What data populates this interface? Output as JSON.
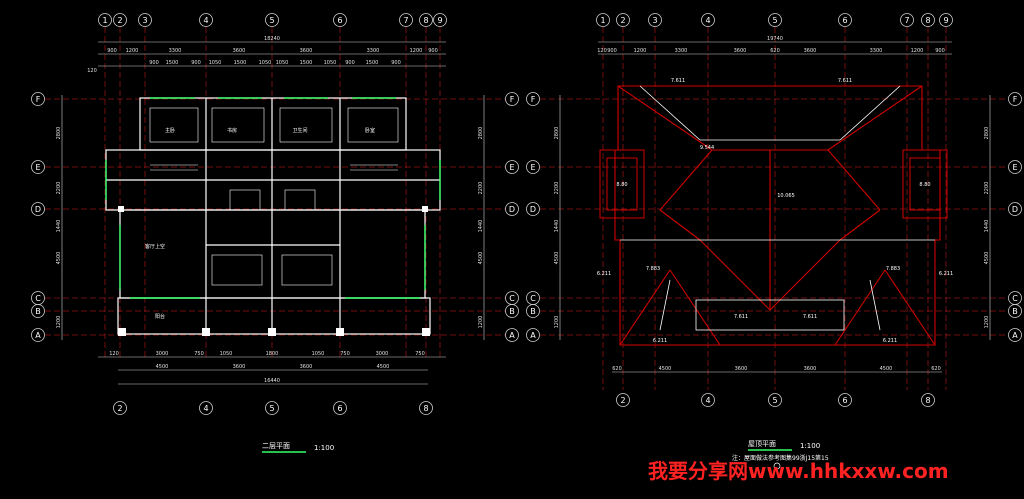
{
  "colors": {
    "background": "#000000",
    "wall": "#ffffff",
    "dimension": "#cfcfcf",
    "axis": "#e02020",
    "window": "#33ff66",
    "roof": "#d00000",
    "watermark": "#ff2222",
    "title_underline": "#33ff66"
  },
  "left_plan": {
    "top_axes": [
      "1",
      "2",
      "3",
      "4",
      "5",
      "6",
      "7",
      "8",
      "9"
    ],
    "bottom_axes": [
      "2",
      "4",
      "5",
      "6",
      "8"
    ],
    "side_axes": [
      "F",
      "E",
      "D",
      "C",
      "B",
      "A"
    ],
    "overall_top": "18240",
    "top_dims_row1": [
      "900",
      "1200",
      "3300",
      "3600",
      "3600",
      "3300",
      "1200",
      "900"
    ],
    "top_dims_row2": [
      "900",
      "1500",
      "900",
      "1050",
      "1500",
      "1050",
      "1050",
      "1500",
      "1050",
      "900",
      "1500",
      "900"
    ],
    "top_left_small": "120",
    "bottom_dims_row1": [
      "120",
      "3000",
      "750",
      "1050",
      "1800",
      "1050",
      "750",
      "3000",
      "750"
    ],
    "bottom_dims_row2": [
      "4500",
      "3600",
      "3600",
      "4500"
    ],
    "overall_bottom": "16440",
    "side_dims": [
      "2800",
      "2200",
      "1440",
      "4500",
      "1200"
    ],
    "room_labels": [
      "主卧",
      "书房",
      "卫生间",
      "卧室",
      "阳台",
      "客厅上空"
    ],
    "title": "二层平面",
    "scale": "1:100"
  },
  "right_plan": {
    "top_axes": [
      "1",
      "2",
      "3",
      "4",
      "5",
      "6",
      "7",
      "8",
      "9"
    ],
    "bottom_axes": [
      "2",
      "4",
      "5",
      "6",
      "8"
    ],
    "side_axes": [
      "F",
      "E",
      "D",
      "C",
      "B",
      "A"
    ],
    "overall_top": "19740",
    "top_dims": [
      "120",
      "900",
      "1200",
      "3300",
      "3600",
      "620",
      "3600",
      "3300",
      "1200",
      "900"
    ],
    "bottom_dims": [
      "620",
      "4500",
      "3600",
      "3600",
      "4500",
      "620"
    ],
    "side_dims": [
      "2800",
      "2200",
      "1440",
      "4500",
      "1200"
    ],
    "slope_labels": [
      "7.611",
      "7.611",
      "9.544",
      "10.065",
      "7.883",
      "7.883",
      "7.611",
      "7.611",
      "6.211",
      "6.211",
      "6.211",
      "6.211"
    ],
    "chimney_labels": [
      "8.80",
      "8.80"
    ],
    "title": "屋顶平面",
    "scale": "1:100",
    "note": "注：屋面做法参考图集99浙J15第15"
  },
  "watermark": "我要分享网www.hhkxxw.com"
}
